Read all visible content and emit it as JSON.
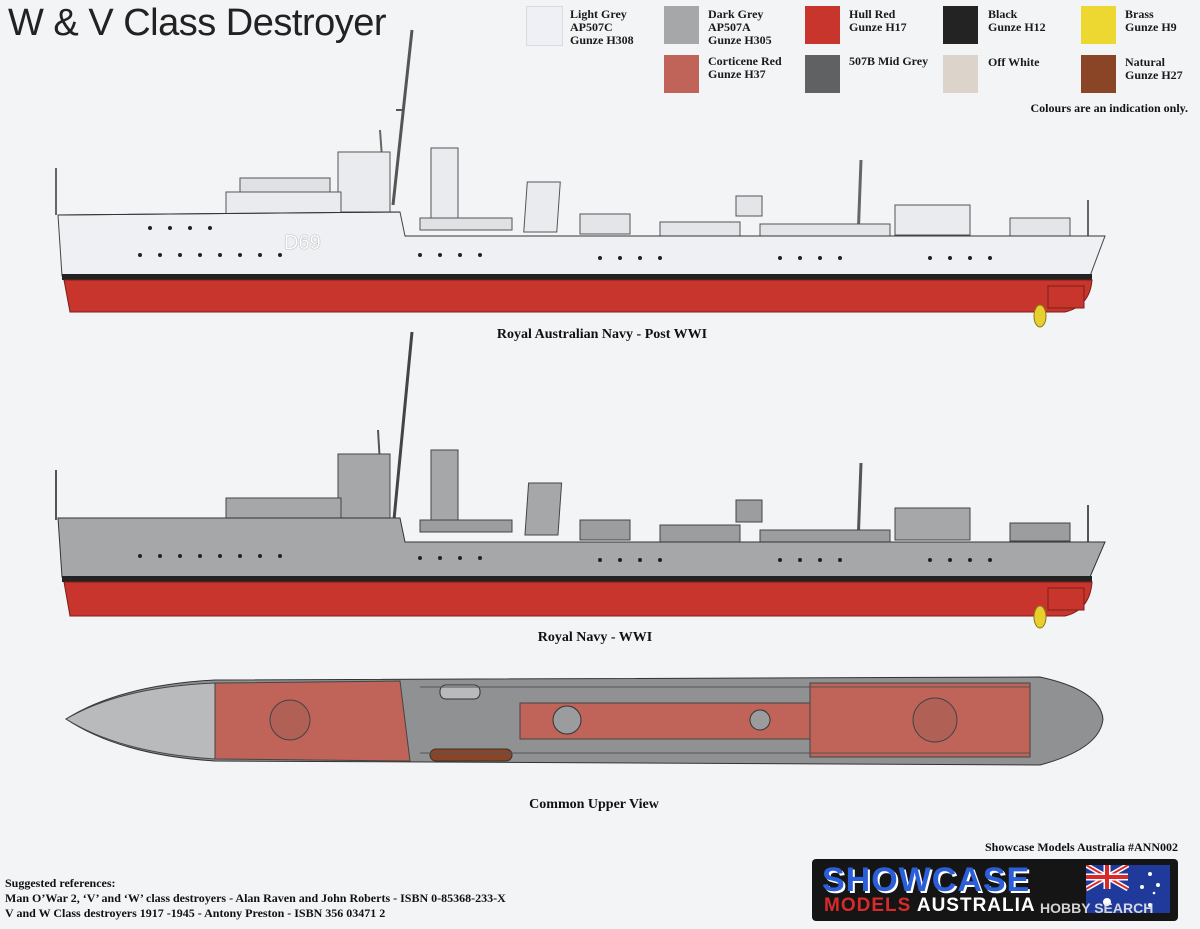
{
  "title": "W & V Class Destroyer",
  "colours": [
    {
      "label": "Light Grey\nAP507C\nGunze H308",
      "hex": "#eef0f5"
    },
    {
      "label": "Dark Grey\nAP507A\nGunze H305",
      "hex": "#a6a7a9"
    },
    {
      "label": "Hull Red\nGunze H17",
      "hex": "#c8352d"
    },
    {
      "label": "Black\nGunze H12",
      "hex": "#232323"
    },
    {
      "label": "Brass\nGunze H9",
      "hex": "#ecd831"
    },
    {
      "label": "Corticene Red\nGunze H37",
      "hex": "#c06358"
    },
    {
      "label": "507B Mid Grey",
      "hex": "#5f6163"
    },
    {
      "label": "Off White",
      "hex": "#dcd3ca"
    },
    {
      "label": "Natural\nGunze H27",
      "hex": "#8a4426"
    }
  ],
  "colour_note": "Colours are an indication only.",
  "ship1": {
    "caption": "Royal Australian Navy - Post WWI",
    "pennant": "D69"
  },
  "ship2": {
    "caption": "Royal Navy - WWI"
  },
  "ship3": {
    "caption": "Common Upper View"
  },
  "product": "Showcase Models Australia #ANN002",
  "references": {
    "heading": "Suggested references:",
    "lines": [
      "Man O’War 2, ‘V’ and ‘W’ class destroyers - Alan Raven and John Roberts - ISBN 0-85368-233-X",
      "V and W Class destroyers 1917 -1945 - Antony Preston - ISBN 356 03471 2"
    ]
  },
  "logo": {
    "line1": "SHOWCASE",
    "line2a": "MODELS ",
    "line2b": "AUSTRALIA"
  },
  "watermark": "HOBBY SEARCH"
}
